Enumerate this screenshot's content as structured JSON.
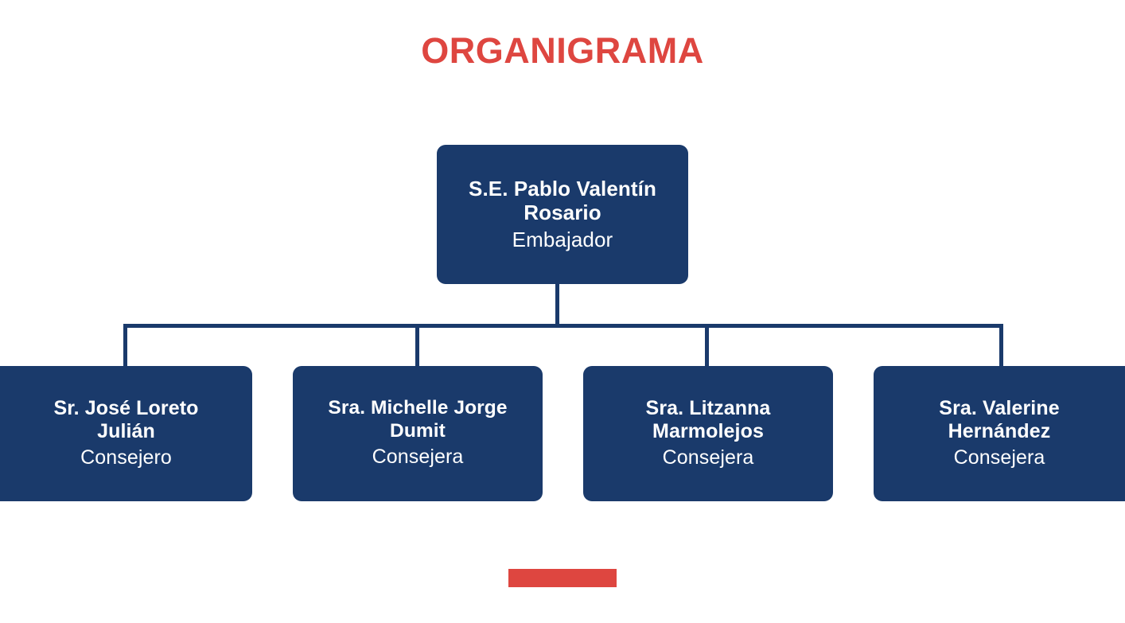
{
  "title": "ORGANIGRAMA",
  "colors": {
    "node_fill": "#1A3A6B",
    "accent_red": "#DE4640",
    "background": "#FFFFFF",
    "node_text": "#FFFFFF"
  },
  "org_chart": {
    "root": {
      "name": "S.E. Pablo Valentín\nRosario",
      "role": "Embajador"
    },
    "children": [
      {
        "name": "Sr. José Loreto\nJulián",
        "role": "Consejero"
      },
      {
        "name": "Sra. Michelle Jorge\nDumit",
        "role": "Consejera"
      },
      {
        "name": "Sra. Litzanna\nMarmolejos",
        "role": "Consejera"
      },
      {
        "name": "Sra. Valerine\nHernández",
        "role": "Consejera"
      }
    ]
  }
}
